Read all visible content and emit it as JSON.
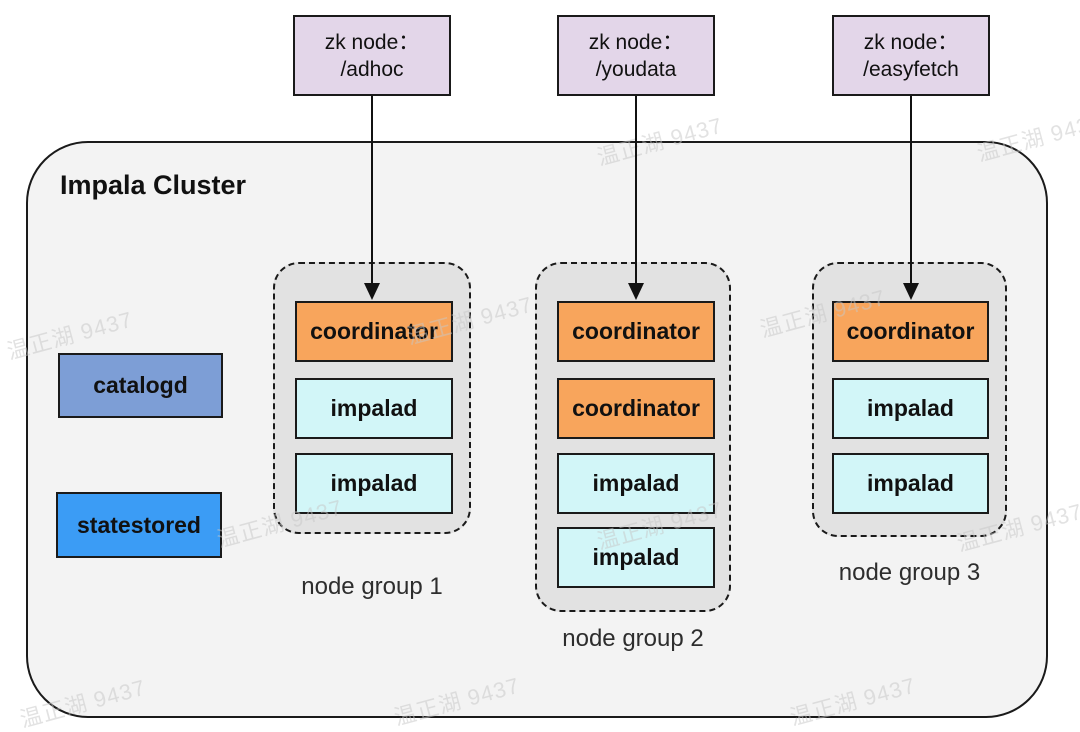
{
  "watermark": {
    "text": "温正湖 9437"
  },
  "colors": {
    "zk_node_fill": "#e3d6e9",
    "coordinator_fill": "#f8a55c",
    "impalad_fill": "#d2f6f8",
    "catalogd_fill": "#7d9ed6",
    "statestored_fill": "#3b9cf5",
    "node_group_fill": "#e2e2e2",
    "cluster_fill": "#f3f3f3"
  },
  "zk_nodes": [
    {
      "label_line1": "zk node：",
      "label_line2": "/adhoc"
    },
    {
      "label_line1": "zk node：",
      "label_line2": "/youdata"
    },
    {
      "label_line1": "zk node：",
      "label_line2": "/easyfetch"
    }
  ],
  "cluster": {
    "title": "Impala Cluster",
    "services": [
      {
        "label": "catalogd"
      },
      {
        "label": "statestored"
      }
    ],
    "node_groups": [
      {
        "label": "node group 1",
        "nodes": [
          "coordinator",
          "impalad",
          "impalad"
        ]
      },
      {
        "label": "node group 2",
        "nodes": [
          "coordinator",
          "coordinator",
          "impalad",
          "impalad"
        ]
      },
      {
        "label": "node group 3",
        "nodes": [
          "coordinator",
          "impalad",
          "impalad"
        ]
      }
    ]
  }
}
